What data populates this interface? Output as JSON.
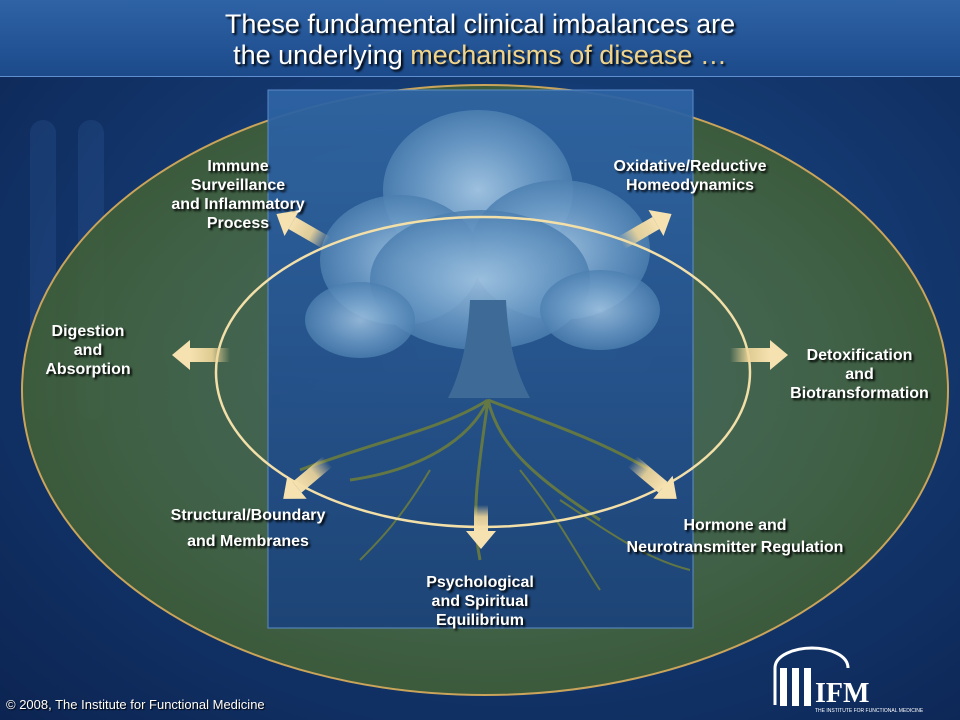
{
  "title": {
    "line1": "These fundamental clinical imbalances are",
    "line2_prefix": "the underlying ",
    "line2_accent": "mechanisms of disease …"
  },
  "nodes": {
    "immune": {
      "lines": [
        "Immune",
        "Surveillance",
        "and Inflammatory",
        "Process"
      ]
    },
    "oxidative": {
      "lines": [
        "Oxidative/Reductive",
        "Homeodynamics"
      ]
    },
    "digestion": {
      "lines": [
        "Digestion",
        "and",
        "Absorption"
      ]
    },
    "detox": {
      "lines": [
        "Detoxification",
        "and",
        "Biotransformation"
      ]
    },
    "structural": {
      "lines": [
        "Structural/Boundary",
        "and Membranes"
      ]
    },
    "hormone": {
      "lines": [
        "Hormone and",
        "Neurotransmitter Regulation"
      ]
    },
    "psychological": {
      "lines": [
        "Psychological",
        "and Spiritual",
        "Equilibrium"
      ]
    }
  },
  "copyright": "© 2008, The Institute for Functional Medicine",
  "logo": {
    "text": "IFM",
    "subtitle": "THE INSTITUTE FOR FUNCTIONAL MEDICINE"
  },
  "colors": {
    "ellipse_outline": "#c9a45a",
    "ellipse_fill": "#4f6e48",
    "inner_ellipse": "#f3dfa8",
    "arrow": "#f0d79a",
    "title_accent": "#f1d48a",
    "panel": "#2b5b96"
  }
}
